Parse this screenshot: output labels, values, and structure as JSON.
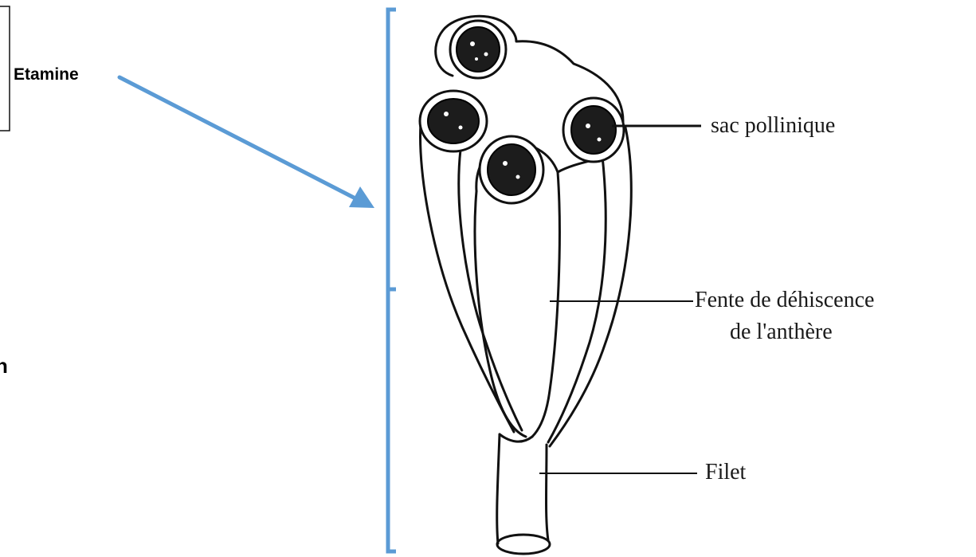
{
  "labels": {
    "etamine": "Etamine",
    "cropped_glyph": "n",
    "sac_pollinique": "sac pollinique",
    "fente_line1": "Fente de déhiscence",
    "fente_line2": "de l'anthère",
    "filet": "Filet"
  },
  "colors": {
    "accent_blue": "#5b9bd5",
    "ink": "#111111",
    "background": "#ffffff"
  }
}
